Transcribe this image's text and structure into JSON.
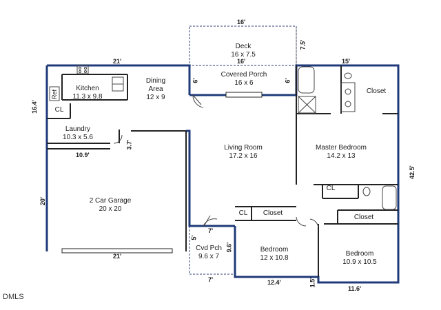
{
  "colors": {
    "wall": "#1e3a78",
    "interior": "#222222",
    "dashed": "#2b3f7a",
    "fixture": "#444444"
  },
  "rooms": {
    "deck": {
      "name": "Deck",
      "size": "16 x 7.5"
    },
    "covered_porch": {
      "name": "Covered Porch",
      "size": "16 x 6"
    },
    "kitchen": {
      "name": "Kitchen",
      "size": "11.3 x 9.8"
    },
    "dining": {
      "name": "Dining",
      "name2": "Area",
      "size": "12 x 9"
    },
    "laundry": {
      "name": "Laundry",
      "size": "10.3 x 5.6"
    },
    "living": {
      "name": "Living Room",
      "size": "17.2 x 16"
    },
    "master": {
      "name": "Master Bedroom",
      "size": "14.2 x 13"
    },
    "garage": {
      "name": "2 Car Garage",
      "size": "20 x 20"
    },
    "cvd_porch": {
      "name": "Cvd Pch",
      "size": "9.6 x 7"
    },
    "bedroom1": {
      "name": "Bedroom",
      "size": "12 x 10.8"
    },
    "bedroom2": {
      "name": "Bedroom",
      "size": "10.9 x 10.5"
    }
  },
  "closets": {
    "master": "Closet",
    "bed_a": "Closet",
    "bed_b": "Closet",
    "cl1": "CL",
    "cl2": "CL",
    "cl3": "CL",
    "ref": "Ref"
  },
  "dimensions": {
    "deck_top": "16'",
    "deck_bottom": "16'",
    "deck_side": "7.5'",
    "porch_left": "6'",
    "porch_right": "6'",
    "top_left": "21'",
    "top_right": "15'",
    "left_side": "16.4'",
    "laundry_w": "10.9'",
    "laundry_h": "3.7'",
    "garage_h": "20'",
    "garage_w": "21'",
    "cvd_top": "7'",
    "cvd_bottom": "7'",
    "cvd_left": "5'",
    "cvd_right": "9.6'",
    "bed_bottom": "12.4'",
    "right_side": "42.5'",
    "step": "1.5'",
    "bottom_right": "11.6'"
  },
  "brand": "DMLS"
}
